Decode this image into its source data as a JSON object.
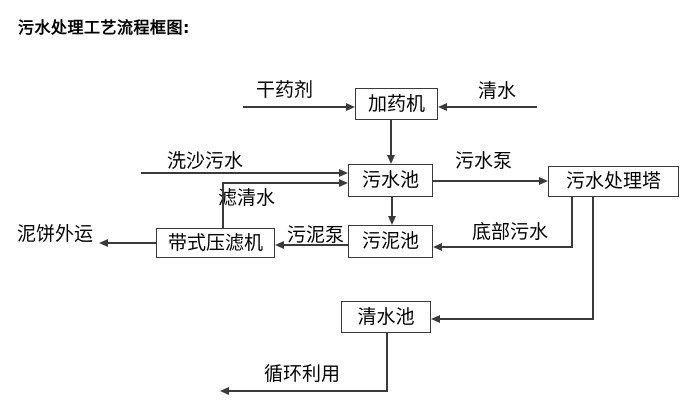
{
  "title": "污水处理工艺流程框图:",
  "diagram": {
    "nodes": {
      "dosing_machine": {
        "label": "加药机"
      },
      "sewage_pool": {
        "label": "污水池"
      },
      "treatment_tower": {
        "label": "污水处理塔"
      },
      "belt_filter_press": {
        "label": "带式压滤机"
      },
      "sludge_pool": {
        "label": "污泥池"
      },
      "clean_water_pool": {
        "label": "清水池"
      }
    },
    "flow_labels": {
      "dry_chemical": "干药剂",
      "clean_water": "清水",
      "sand_washing_sewage": "洗沙污水",
      "filtered_water": "滤清水",
      "sewage_pump": "污水泵",
      "bottom_sewage": "底部污水",
      "sludge_pump": "污泥泵",
      "mud_cake_out": "泥饼外运",
      "recycle": "循环利用"
    },
    "colors": {
      "line": "#3a3a3a",
      "text": "#000000",
      "background": "#ffffff"
    }
  }
}
